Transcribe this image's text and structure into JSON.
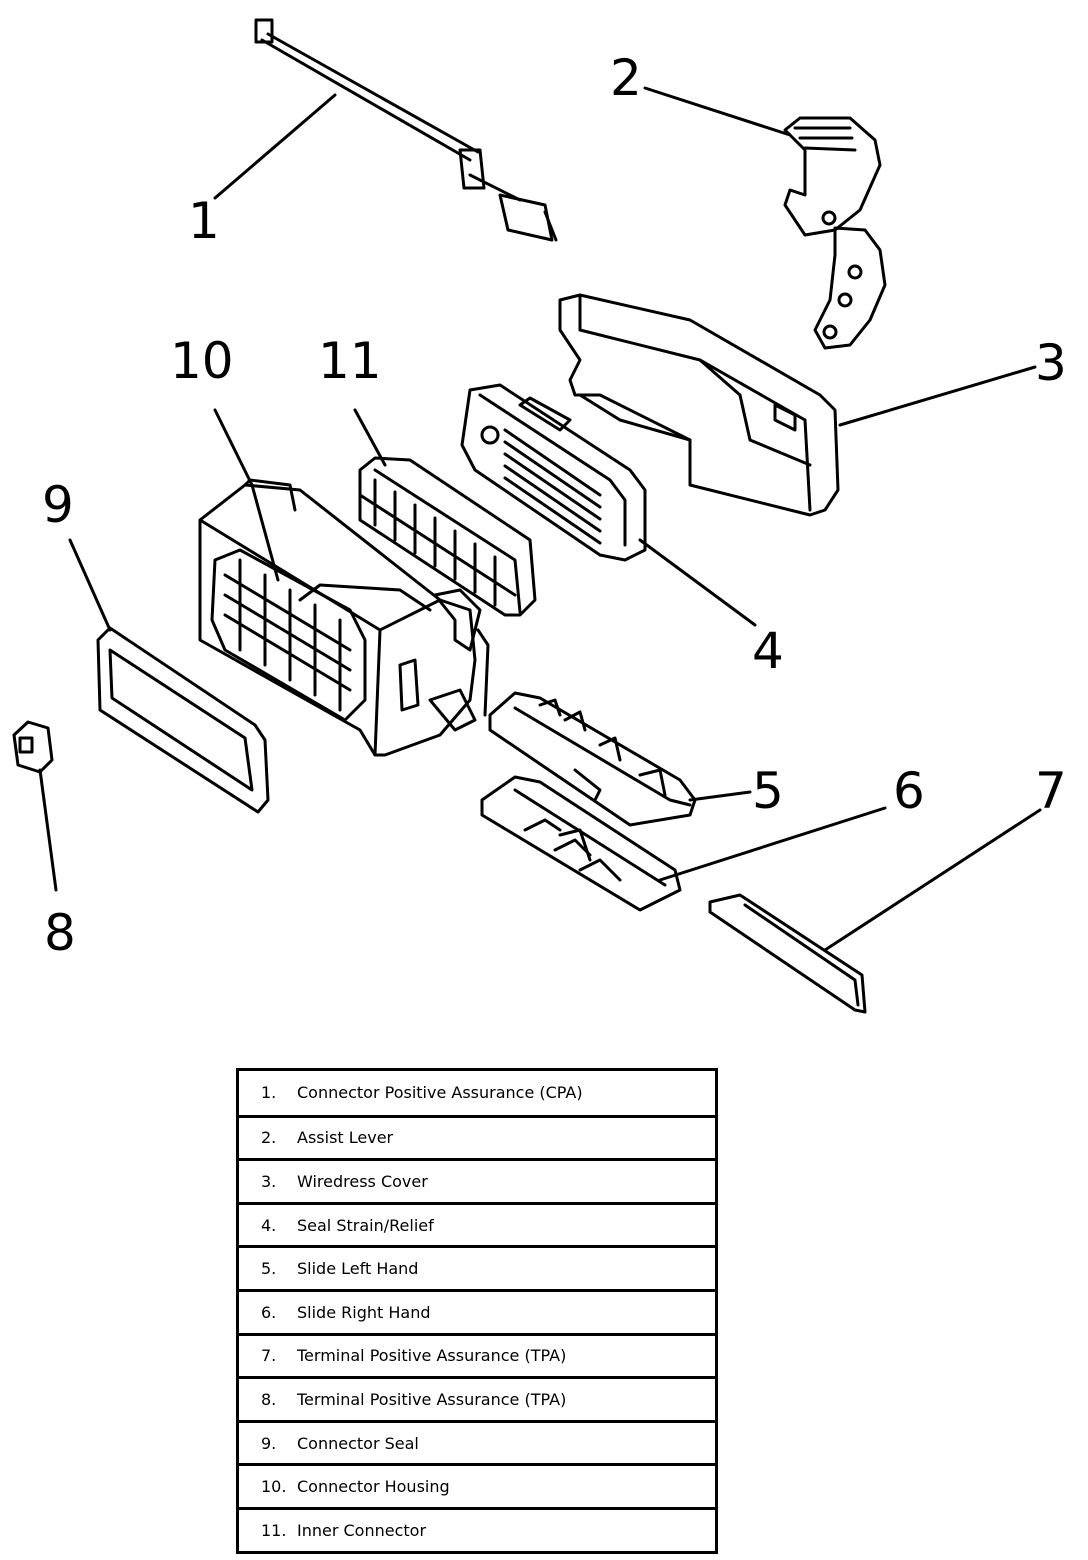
{
  "callouts": [
    "1",
    "2",
    "3",
    "4",
    "5",
    "6",
    "7",
    "8",
    "9",
    "10",
    "11"
  ],
  "legend": [
    {
      "num": "1.",
      "label": "Connector Positive Assurance (CPA)"
    },
    {
      "num": "2.",
      "label": "Assist Lever"
    },
    {
      "num": "3.",
      "label": "Wiredress Cover"
    },
    {
      "num": "4.",
      "label": "Seal Strain/Relief"
    },
    {
      "num": "5.",
      "label": "Slide Left Hand"
    },
    {
      "num": "6.",
      "label": "Slide Right Hand"
    },
    {
      "num": "7.",
      "label": "Terminal Positive Assurance (TPA)"
    },
    {
      "num": "8.",
      "label": "Terminal Positive Assurance (TPA)"
    },
    {
      "num": "9.",
      "label": "Connector Seal"
    },
    {
      "num": "10.",
      "label": "Connector Housing"
    },
    {
      "num": "11.",
      "label": "Inner Connector"
    }
  ]
}
